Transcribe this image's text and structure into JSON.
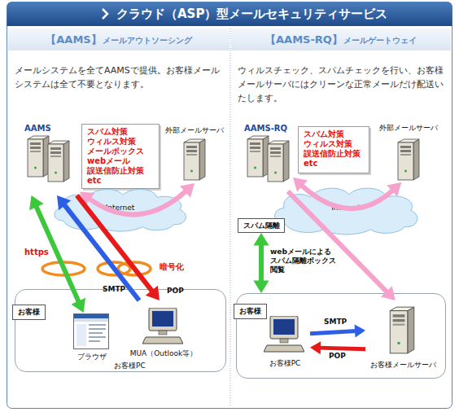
{
  "diagram": {
    "title": "クラウド（ASP）型メールセキュリティサービス",
    "nodes": [
      {
        "text": [
          "【AAMS】",
          "メールアウトソーシング",
          "メールシステムを全てAAMSで提供。お客様メールシステムは全て不要となります。"
        ]
      },
      {
        "text": [
          "AAMS"
        ],
        "in": 0
      },
      {
        "text": [
          "スパム対策 ウィルス対策 メールボックス webメール 誤送信防止対策 etc"
        ],
        "in": 0
      },
      {
        "text": [
          "外部メールサーバ"
        ],
        "in": 0
      },
      {
        "text": [
          "Internet"
        ],
        "in": 0
      },
      {
        "text": [
          "お客様"
        ],
        "in": 0
      },
      {
        "text": [
          "ブラウザ"
        ],
        "in": 5
      },
      {
        "text": [
          "MUA（Outlook等）"
        ],
        "in": 5
      },
      {
        "text": [
          "【AAMS-RQ】",
          "メールゲートウェイ",
          "ウィルスチェック、スパムチェックを行い、お客様メールサーバにはクリーンな正常メールだけ配送いたします。"
        ]
      },
      {
        "text": [
          "AAMS-RQ"
        ],
        "in": 8
      },
      {
        "text": [
          "スパム対策 ウィルス対策 誤送信防止対策 etc"
        ],
        "in": 8
      },
      {
        "text": [
          "外部メールサーバ"
        ],
        "in": 8
      },
      {
        "text": [
          "Internet"
        ],
        "in": 8
      },
      {
        "text": [
          "スパム隔離"
        ],
        "in": 8
      },
      {
        "text": [
          "お客様"
        ],
        "in": 8
      },
      {
        "text": [
          "お客様PC"
        ],
        "in": 14
      },
      {
        "text": [
          "お客様メールサーバ"
        ],
        "in": 14
      }
    ],
    "edges": [
      {
        "from": 1,
        "to": 3,
        "arrow": "both"
      },
      {
        "from": 1,
        "to": 6,
        "label": "https",
        "arrow": "both"
      },
      {
        "from": 7,
        "to": 1,
        "label": "SMTP",
        "arrow": "to"
      },
      {
        "from": 1,
        "to": 7,
        "label": "POP",
        "arrow": "to"
      },
      {
        "from": 9,
        "to": 11,
        "arrow": "both"
      },
      {
        "from": 9,
        "to": 16,
        "arrow": "to"
      },
      {
        "from": 13,
        "to": 14,
        "label": "webメールによるスパム隔離ボックス閲覧",
        "arrow": "both"
      },
      {
        "from": 15,
        "to": 16,
        "label": "SMTP",
        "arrow": "to"
      },
      {
        "from": 16,
        "to": 15,
        "label": "POP",
        "arrow": "to"
      }
    ],
    "labels": [
      "暗号化",
      "お客様PC"
    ]
  }
}
